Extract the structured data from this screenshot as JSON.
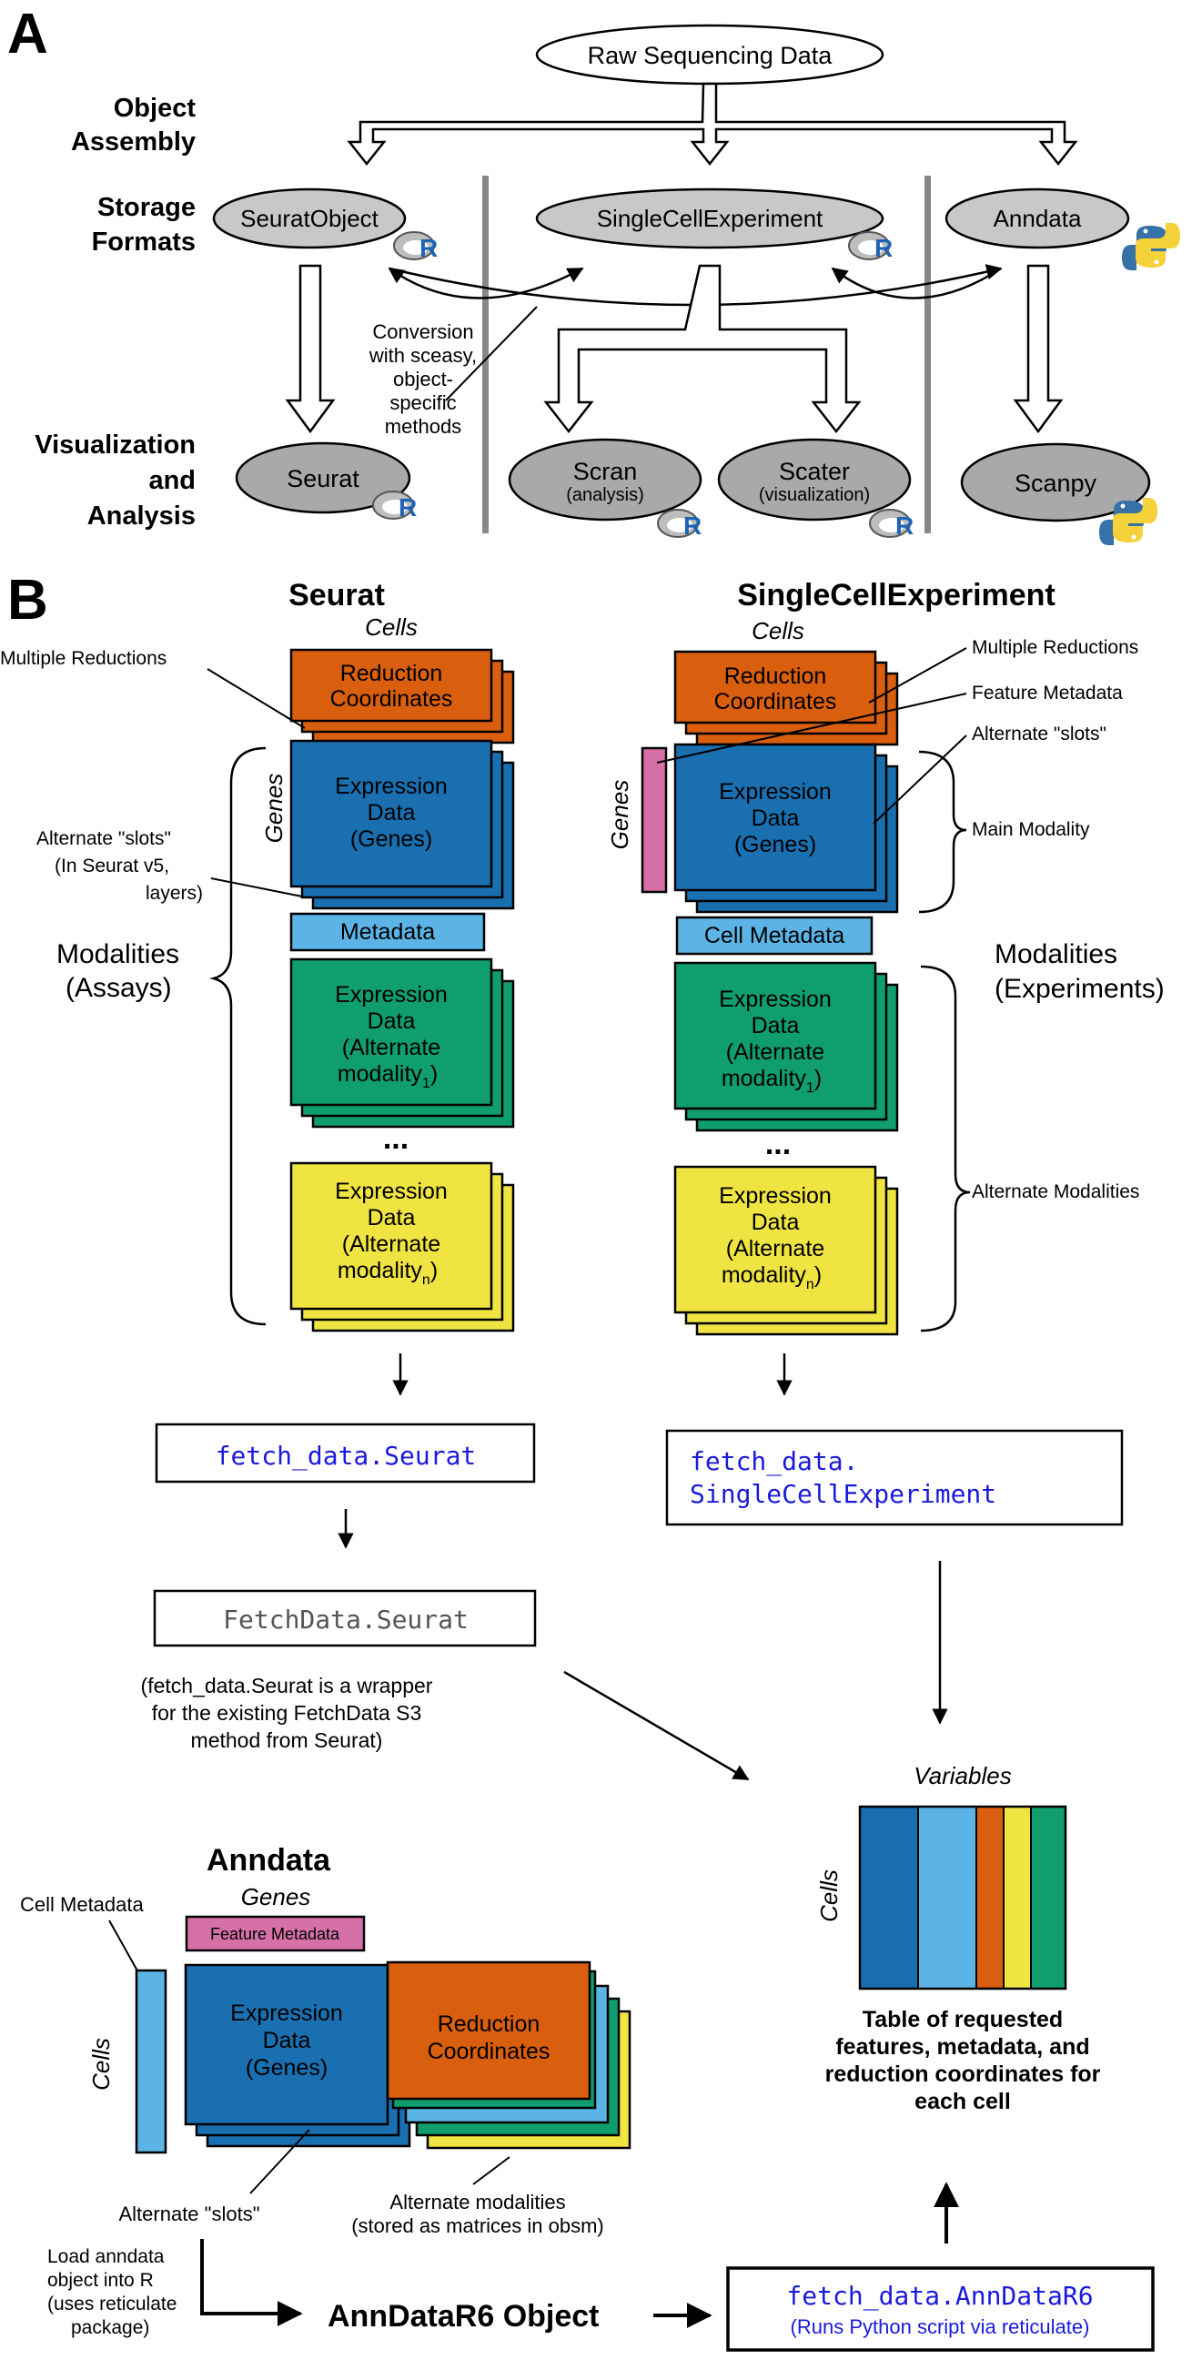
{
  "panel_a": {
    "label": "A",
    "raw": "Raw Sequencing Data",
    "row_object_assembly": [
      "Object",
      "Assembly"
    ],
    "row_storage": [
      "Storage",
      "Formats"
    ],
    "row_vis": [
      "Visualization",
      "and",
      "Analysis"
    ],
    "seurat_object": "SeuratObject",
    "sce": "SingleCellExperiment",
    "anndata": "Anndata",
    "conversion": [
      "Conversion",
      "with sceasy,",
      "object-",
      "specific",
      "methods"
    ],
    "seurat": "Seurat",
    "scran": "Scran",
    "scran_sub": "(analysis)",
    "scater": "Scater",
    "scater_sub": "(visualization)",
    "scanpy": "Scanpy",
    "r_badge": "R"
  },
  "panel_b": {
    "label": "B",
    "seurat": {
      "title": "Seurat",
      "cells": "Cells",
      "genes": "Genes",
      "multiple_reductions": "Multiple Reductions",
      "alt_slots": [
        "Alternate \"slots\"",
        "(In Seurat v5,",
        "layers)"
      ],
      "modalities": [
        "Modalities",
        "(Assays)"
      ],
      "reduction": [
        "Reduction",
        "Coordinates"
      ],
      "expr_genes": [
        "Expression",
        "Data",
        "(Genes)"
      ],
      "metadata": "Metadata",
      "expr_alt1": [
        "Expression",
        "Data",
        "(Alternate",
        "modality"
      ],
      "sub1": "1",
      "dots": "...",
      "expr_altn": [
        "Expression",
        "Data",
        "(Alternate",
        "modality"
      ],
      "subn": "n",
      "fetch": "fetch_data.Seurat",
      "fetchdata": "FetchData.Seurat",
      "note": [
        "(fetch_data.Seurat is a wrapper",
        "for the existing FetchData S3",
        "method from Seurat)"
      ]
    },
    "sce": {
      "title": "SingleCellExperiment",
      "cells": "Cells",
      "genes": "Genes",
      "multiple_reductions": "Multiple Reductions",
      "feature_metadata": "Feature Metadata",
      "alt_slots": "Alternate \"slots\"",
      "main_modality": "Main Modality",
      "cell_metadata": "Cell Metadata",
      "modalities": [
        "Modalities",
        "(Experiments)"
      ],
      "alternate_modalities": "Alternate Modalities",
      "fetch": [
        "fetch_data.",
        "SingleCellExperiment"
      ]
    },
    "table": {
      "variables": "Variables",
      "cells": "Cells",
      "caption": [
        "Table of requested",
        "features, metadata, and",
        "reduction coordinates for",
        "each cell"
      ],
      "colors": [
        "#1a6fb0",
        "#5bb4e5",
        "#d95f0e",
        "#f0e442",
        "#109e6e"
      ]
    },
    "anndata": {
      "title": "Anndata",
      "genes": "Genes",
      "cells": "Cells",
      "cell_metadata": "Cell Metadata",
      "feature_metadata": "Feature Metadata",
      "expr": [
        "Expression",
        "Data",
        "(Genes)"
      ],
      "reduction": [
        "Reduction",
        "Coordinates"
      ],
      "alt_slots": "Alternate \"slots\"",
      "alt_mod": [
        "Alternate modalities",
        "(stored as matrices in obsm)"
      ],
      "load": [
        "Load anndata",
        "object into R",
        "(uses reticulate",
        "package)"
      ],
      "r6": "AnnDataR6 Object",
      "fetch": "fetch_data.AnnDataR6",
      "fetch_sub": "(Runs Python script via reticulate)"
    }
  },
  "colors": {
    "orange": "#d95f0e",
    "blue": "#1a6fb0",
    "lightblue": "#5bb4e5",
    "green": "#109e6e",
    "yellow": "#f0e442",
    "pink": "#d671a8",
    "code": "#1a1adc"
  }
}
